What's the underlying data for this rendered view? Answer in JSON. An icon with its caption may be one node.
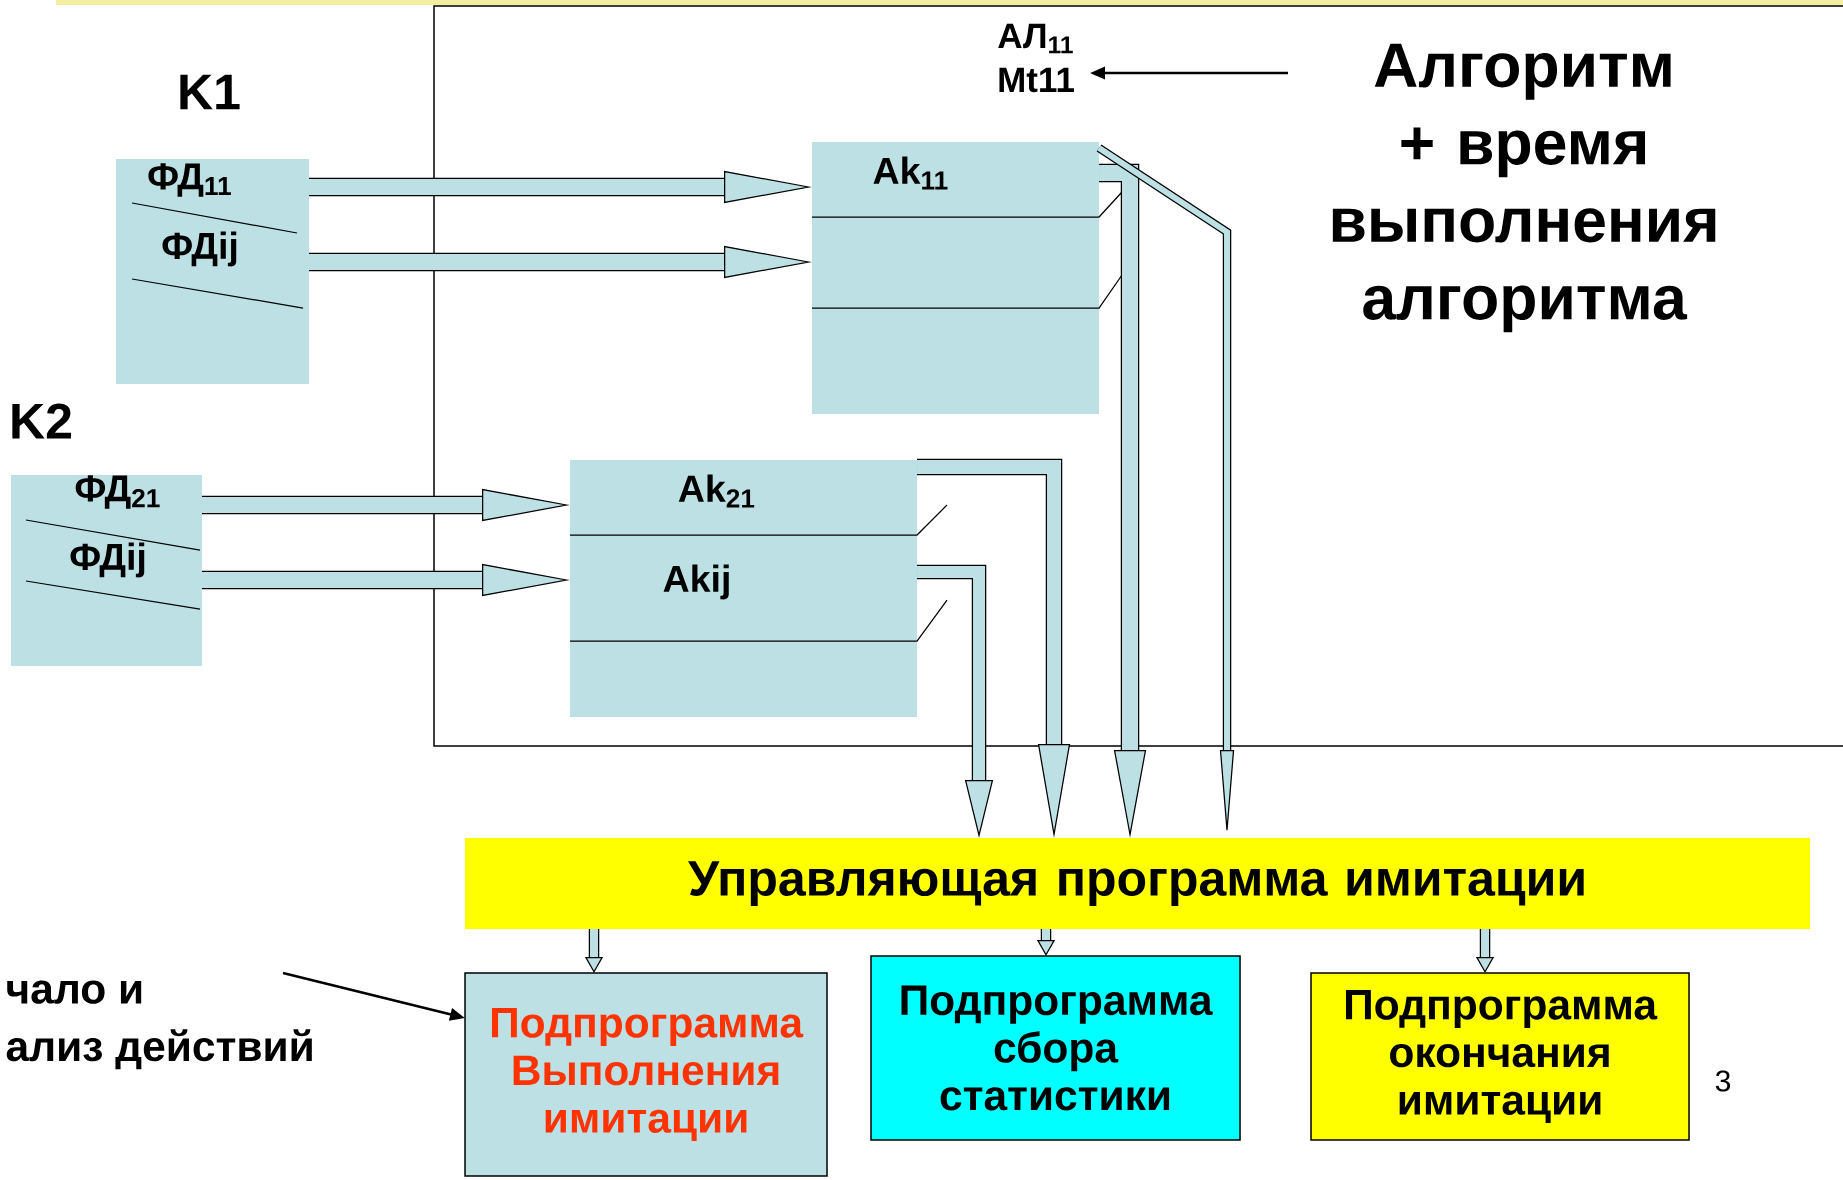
{
  "diagram": {
    "nodes": [
      {
        "text": [],
        "shape": "box"
      },
      {
        "text": [
          "K1",
          "ФД$_{11}$",
          "ФДij"
        ]
      },
      {
        "text": [
          "K2",
          "ФД$_{21}$",
          "ФДij"
        ]
      },
      {
        "text": [
          "Ak$_{11}$"
        ],
        "in": 0
      },
      {
        "text": [
          "Ak$_{21}$",
          "Akij"
        ],
        "in": 0
      },
      {
        "text": [
          "АЛ$_{11}$",
          "Mt11"
        ],
        "in": 0
      },
      {
        "text": [
          "Алгоритм + время выполнения алгоритма"
        ],
        "in": 0
      },
      {
        "text": [
          "Управляющая программа имитации"
        ]
      },
      {
        "text": [
          "чало и",
          "ализ действий"
        ]
      },
      {
        "text": [
          "Подпрограмма Выполнения имитации"
        ]
      },
      {
        "text": [
          "Подпрограмма сбора статистики"
        ]
      },
      {
        "text": [
          "Подпрограмма окончания имитации"
        ]
      }
    ],
    "edges": [
      {
        "from": 1,
        "to": 3,
        "arrow": "to"
      },
      {
        "from": 1,
        "to": 3,
        "arrow": "to"
      },
      {
        "from": 2,
        "to": 4,
        "arrow": "to"
      },
      {
        "from": 2,
        "to": 4,
        "arrow": "to"
      },
      {
        "from": 4,
        "to": 7,
        "arrow": "to"
      },
      {
        "from": 4,
        "to": 7,
        "arrow": "to"
      },
      {
        "from": 3,
        "to": 7,
        "arrow": "to"
      },
      {
        "from": 3,
        "to": 7,
        "arrow": "to"
      },
      {
        "from": 6,
        "to": 5,
        "arrow": "to",
        "color": "#000000"
      },
      {
        "from": 7,
        "to": 9,
        "arrow": "to"
      },
      {
        "from": 7,
        "to": 10,
        "arrow": "to"
      },
      {
        "from": 7,
        "to": 11,
        "arrow": "to"
      },
      {
        "from": 8,
        "to": 9,
        "arrow": "to",
        "color": "#000000"
      }
    ],
    "labels": [
      "3"
    ]
  }
}
